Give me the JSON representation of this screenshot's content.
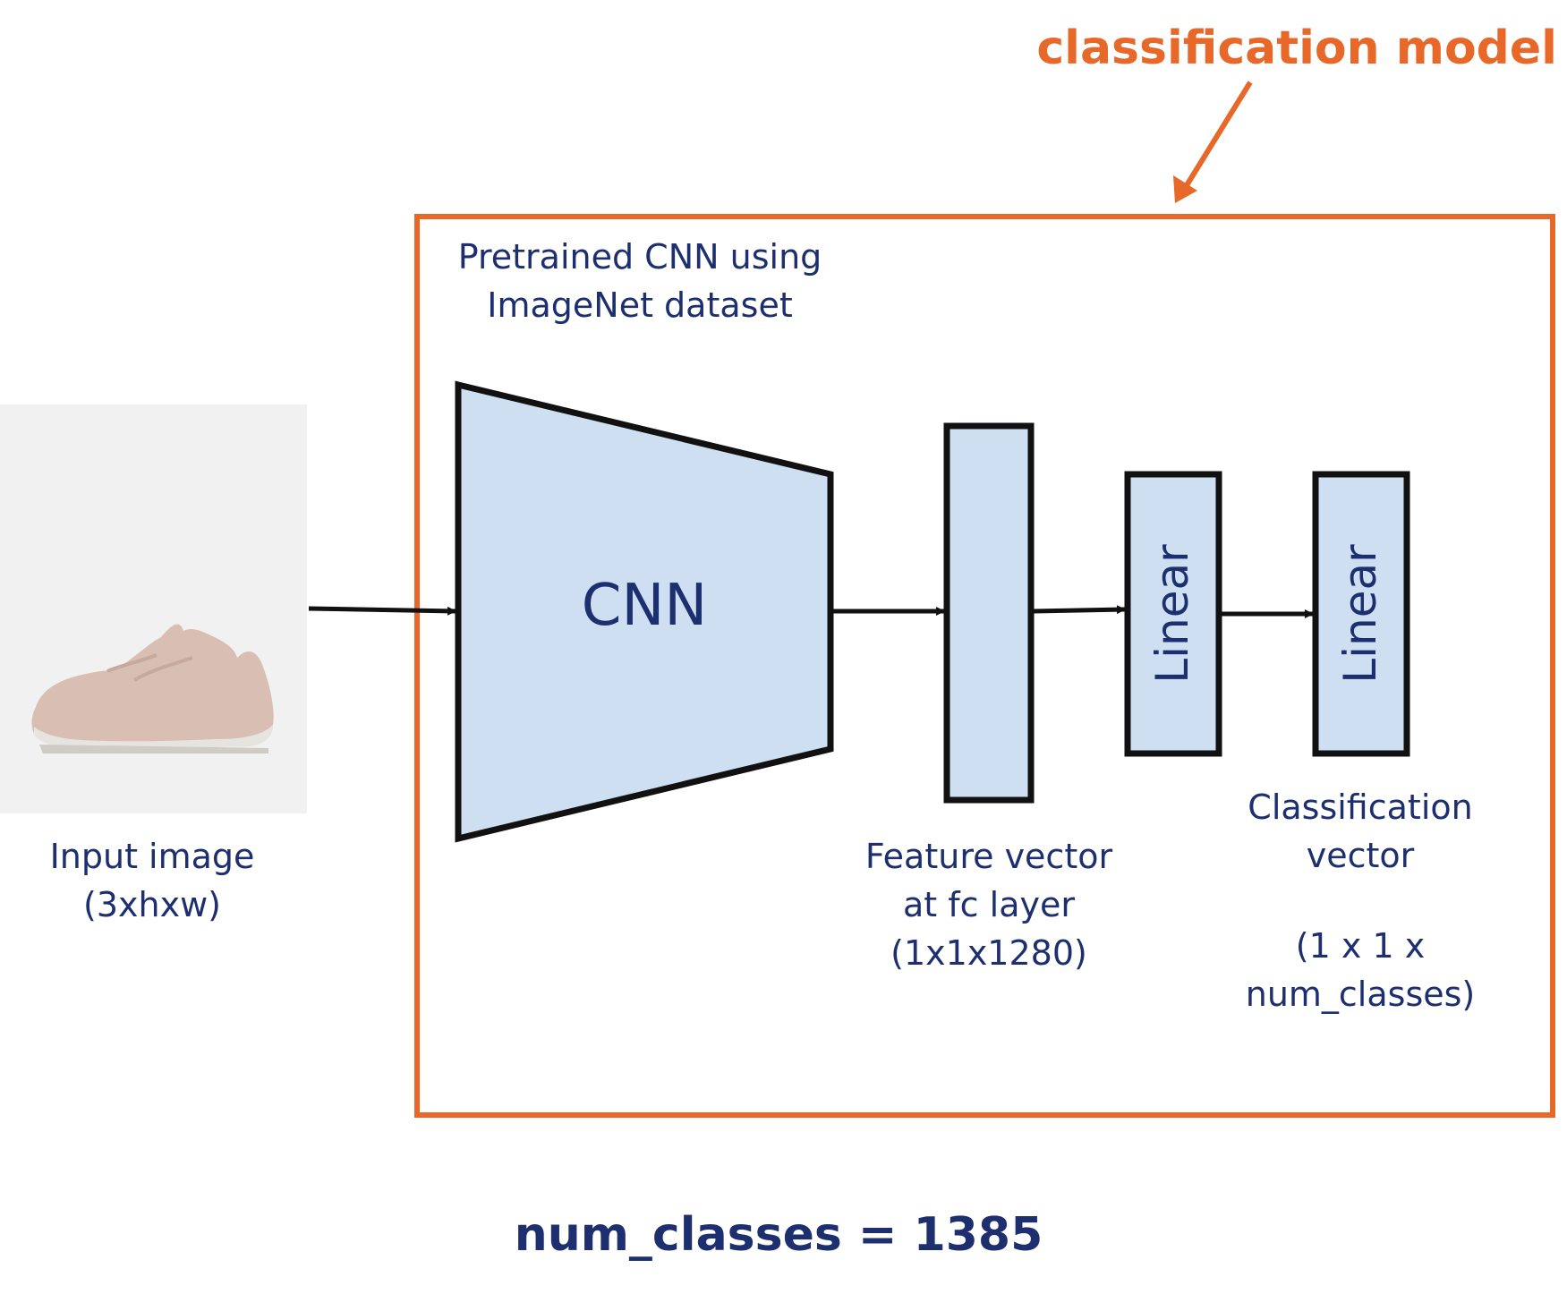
{
  "title": "classification model",
  "pretrained_label": [
    "Pretrained CNN using",
    "ImageNet dataset"
  ],
  "input_label": [
    "Input image",
    "(3xhxw)"
  ],
  "cnn_label": "CNN",
  "linear_labels": [
    "Linear",
    "Linear"
  ],
  "feature_label": [
    "Feature vector",
    "at fc layer",
    "(1x1x1280)"
  ],
  "classification_label": [
    "Classification",
    "vector"
  ],
  "classification_dims": [
    "(1 x 1 x",
    "num_classes)"
  ],
  "footer": "num_classes = 1385",
  "colors": {
    "accent_orange": "#e8682a",
    "text_navy": "#1d2f6f",
    "block_fill": "#cddff0",
    "stroke": "#111111"
  }
}
